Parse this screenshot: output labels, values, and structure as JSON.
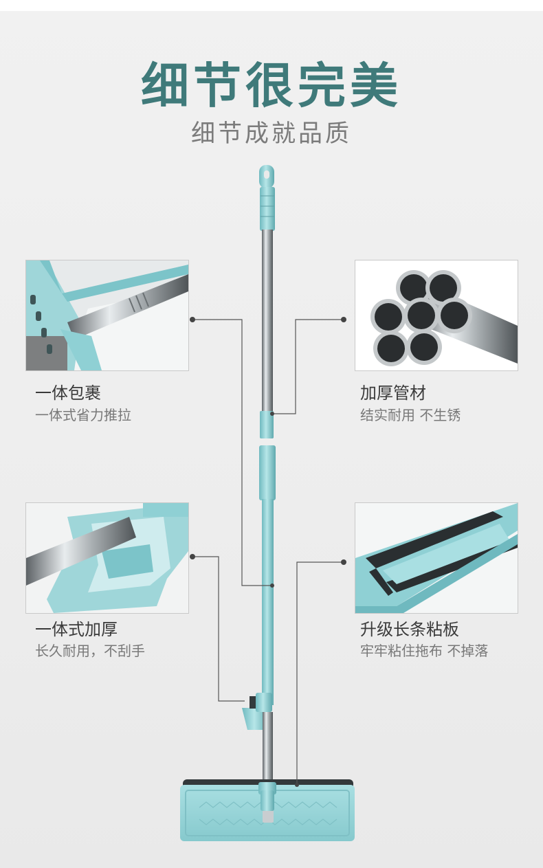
{
  "header": {
    "title": "细节很完美",
    "subtitle": "细节成就品质"
  },
  "features": [
    {
      "title": "一体包裹",
      "subtitle": "一体式省力推拉"
    },
    {
      "title": "加厚管材",
      "subtitle": "结实耐用 不生锈"
    },
    {
      "title": "一体式加厚",
      "subtitle": "长久耐用，不刮手"
    },
    {
      "title": "升级长条粘板",
      "subtitle": "牢牢粘住拖布 不掉落"
    }
  ],
  "colors": {
    "title": "#3f7a7a",
    "accent": "#8fd0d4",
    "steel": "#9aa0a3"
  }
}
